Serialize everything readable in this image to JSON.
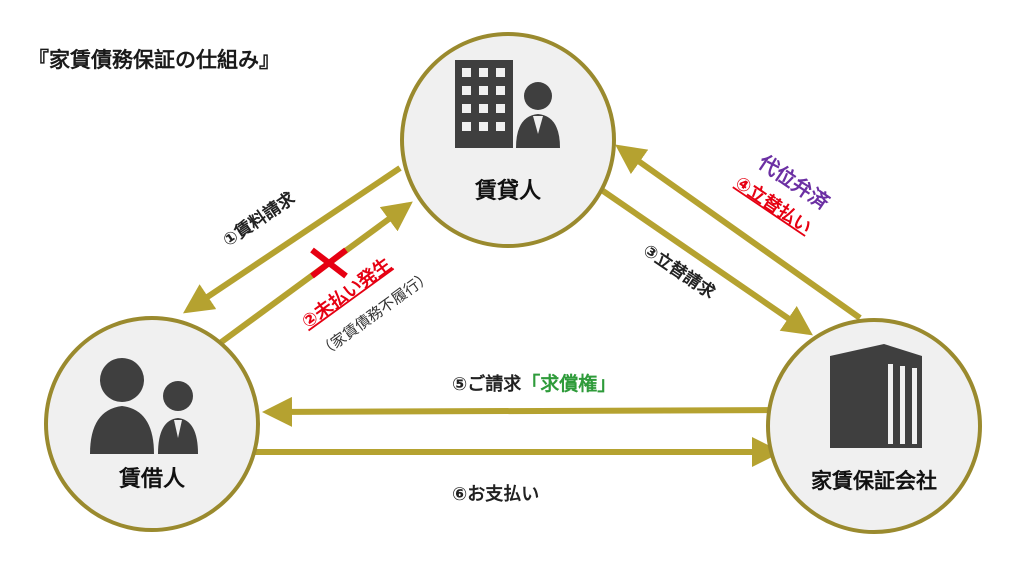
{
  "title": "『家賃債務保証の仕組み』",
  "nodes": {
    "lessor": "賃貸人",
    "tenant": "賃借人",
    "guarantor": "家賃保証会社"
  },
  "labels": {
    "rent_request": "①賃料請求",
    "non_payment": "②未払い発生",
    "non_payment_note": "（家賃債務不履行）",
    "advance_request": "③立替請求",
    "subrogation": "代位弁済",
    "advance_payment": "④立替払い",
    "claim": "⑤ご請求",
    "recourse": "「求償権」",
    "payment": "⑥お支払い"
  },
  "colors": {
    "arrow": "#b5a230",
    "ring": "#9a8a2e",
    "node_fill": "#f0f0f0",
    "icon": "#3f3f3f",
    "red": "#e60012",
    "purple": "#6b2fa3",
    "green": "#2e9b3a"
  },
  "icons": {
    "lessor": "office-building-person-icon",
    "tenant": "two-people-icon",
    "guarantor": "corporate-building-icon",
    "cross": "cross-mark-icon"
  }
}
